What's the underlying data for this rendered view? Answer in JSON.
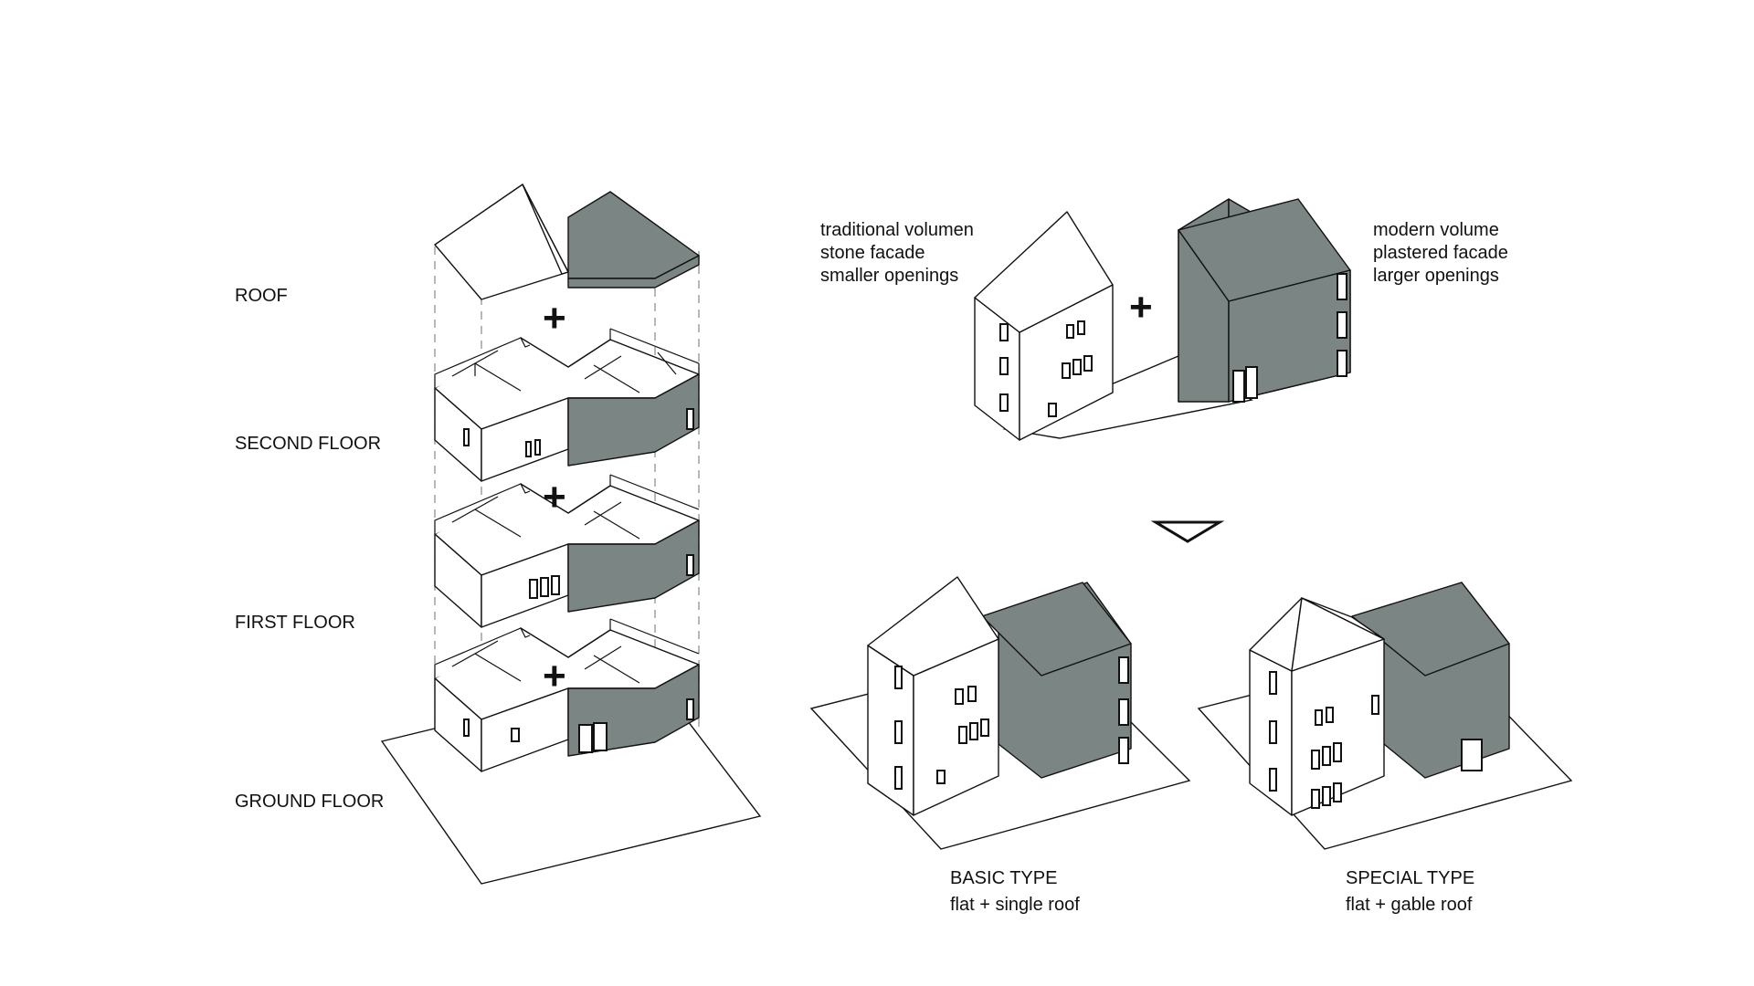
{
  "layers": {
    "roof": "ROOF",
    "second_floor": "SECOND FLOOR",
    "first_floor": "FIRST FLOOR",
    "ground_floor": "GROUND FLOOR"
  },
  "plus_symbol": "+",
  "traditional": {
    "line1": "traditional volumen",
    "line2": "stone facade",
    "line3": "smaller openings"
  },
  "modern": {
    "line1": "modern volume",
    "line2": "plastered facade",
    "line3": "larger openings"
  },
  "basic_type": {
    "title": "BASIC TYPE",
    "subtitle": "flat + single roof"
  },
  "special_type": {
    "title": "SPECIAL TYPE",
    "subtitle": "flat + gable roof"
  },
  "colors": {
    "modern_volume": "#7b8583",
    "traditional_volume": "#ffffff",
    "line": "#111111"
  }
}
